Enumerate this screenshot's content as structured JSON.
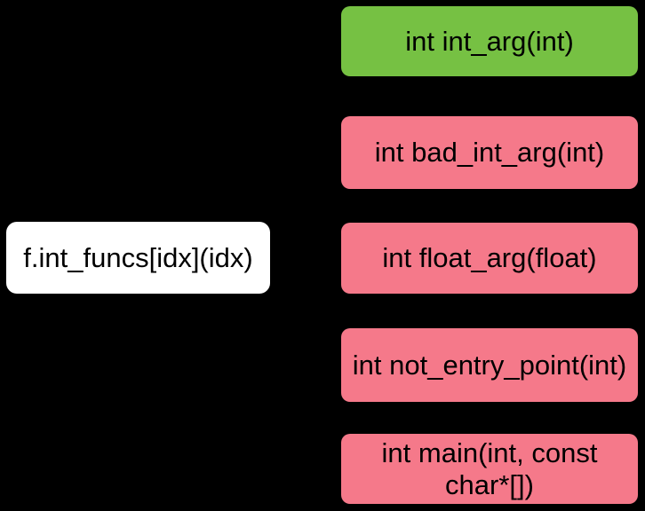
{
  "diagram": {
    "caller": {
      "label": "f.int_funcs[idx](idx)"
    },
    "targets": [
      {
        "label": "int int_arg(int)",
        "status": "match"
      },
      {
        "label": "int bad_int_arg(int)",
        "status": "mismatch"
      },
      {
        "label": "int float_arg(float)",
        "status": "mismatch"
      },
      {
        "label": "int not_entry_point(int)",
        "status": "mismatch"
      },
      {
        "label": "int main(int, const char*[])",
        "status": "mismatch"
      }
    ]
  },
  "colors": {
    "background": "#000000",
    "caller_box": "#ffffff",
    "match_box": "#76c143",
    "mismatch_box": "#f5798a",
    "text": "#000000"
  }
}
